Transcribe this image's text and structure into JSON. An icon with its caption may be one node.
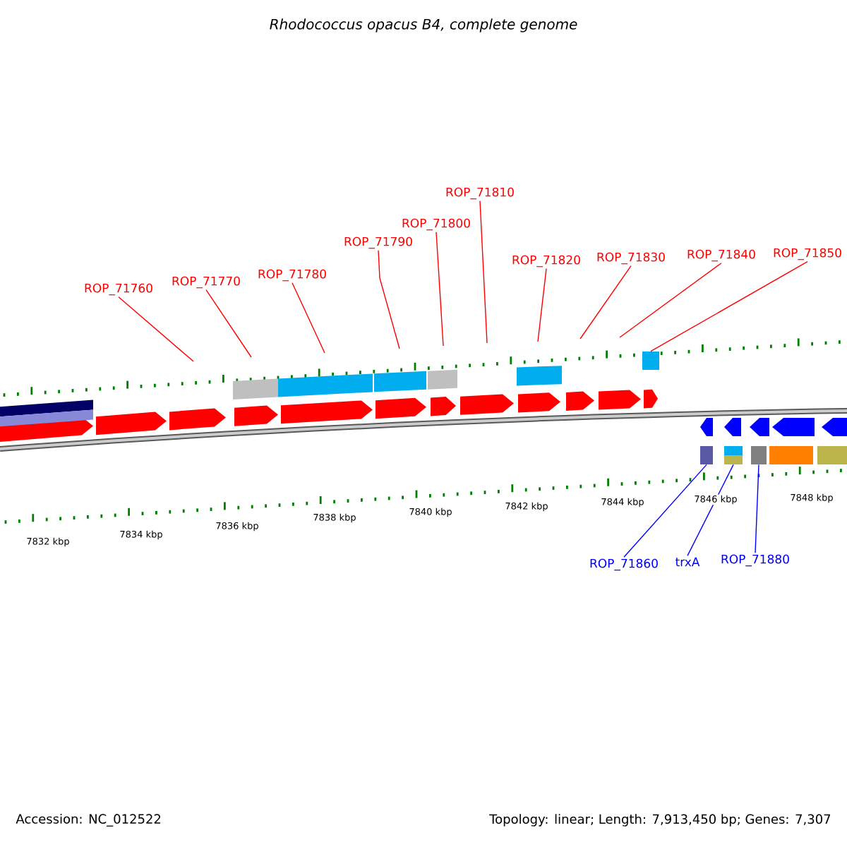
{
  "diagram": {
    "title": "*Rhodococcus opacus B4, complete genome*",
    "nodes": [
      {
        "text": [
          "ROP_71760"
        ]
      },
      {
        "text": [
          "ROP_71770"
        ]
      },
      {
        "text": [
          "ROP_71780"
        ]
      },
      {
        "text": [
          "ROP_71790"
        ]
      },
      {
        "text": [
          "ROP_71800"
        ]
      },
      {
        "text": [
          "ROP_71810"
        ]
      },
      {
        "text": [
          "ROP_71820"
        ]
      },
      {
        "text": [
          "ROP_71830"
        ]
      },
      {
        "text": [
          "ROP_71840"
        ]
      },
      {
        "text": [
          "ROP_71850"
        ]
      },
      {
        "text": [
          "ROP_71860"
        ]
      },
      {
        "text": [
          "trxA"
        ]
      },
      {
        "text": [
          "ROP_71880"
        ]
      },
      {
        "text": [],
        "shape": "box"
      },
      {
        "text": [],
        "shape": "box"
      },
      {
        "text": [],
        "shape": "box"
      },
      {
        "text": [],
        "shape": "box"
      }
    ],
    "edges": [
      {
        "from": 0,
        "to": null,
        "arrow": "none"
      },
      {
        "from": 1,
        "to": null,
        "arrow": "none"
      },
      {
        "from": 2,
        "to": null,
        "arrow": "none"
      },
      {
        "from": 3,
        "to": null,
        "arrow": "none"
      },
      {
        "from": 4,
        "to": null,
        "arrow": "none"
      },
      {
        "from": 5,
        "to": null,
        "arrow": "none"
      },
      {
        "from": 6,
        "to": null,
        "arrow": "none"
      },
      {
        "from": 7,
        "to": null,
        "arrow": "none"
      },
      {
        "from": 8,
        "to": null,
        "arrow": "none"
      },
      {
        "from": 9,
        "to": 13,
        "arrow": "none"
      },
      {
        "from": 10,
        "to": 14,
        "arrow": "none",
        "color": "#0000ff"
      },
      {
        "from": 11,
        "to": 15,
        "arrow": "none",
        "color": "#0000ff"
      },
      {
        "from": 12,
        "to": 16,
        "arrow": "none",
        "color": "#0000ff"
      }
    ],
    "labels": [
      "7832 kbp",
      "7834 kbp",
      "7836 kbp",
      "7838 kbp",
      "7840 kbp",
      "7842 kbp",
      "7844 kbp",
      "7846 kbp",
      "7848 kbp",
      "Accession: NC_012522",
      "Topology: linear; Length: 7,913,450 bp; Genes: 7,307"
    ]
  }
}
